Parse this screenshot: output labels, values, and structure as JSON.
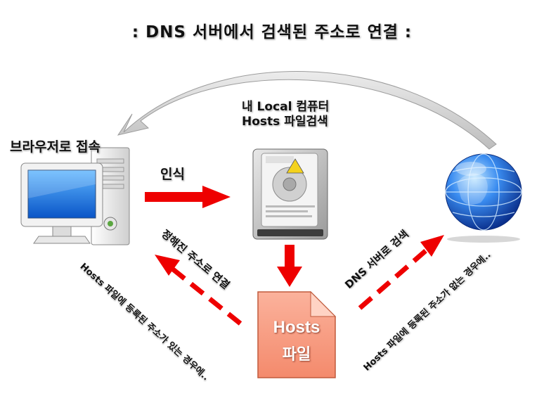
{
  "title": ": DNS 서버에서 검색된 주소로 연결 :",
  "browser_label": "브라우저로 접속",
  "local_computer": {
    "line1": "내 Local 컴퓨터",
    "line2": "Hosts 파일검색"
  },
  "recognize_label": "인식",
  "registered_address_label": "정해진 주소로 연결",
  "dns_search_label": "DNS 서버로 검색",
  "left_condition": "Hosts 파일에 등록된 주소가 있는 경우에..",
  "right_condition": "Hosts 파일에 등록된 주소가 없는 경우에..",
  "hosts_file": {
    "line1": "Hosts",
    "line2": "파일"
  },
  "colors": {
    "arrow_red": "#ee0000",
    "file_fill": "#f7987e",
    "globe_blue": "#1e5fd6",
    "curve_gray": "#d4d4d4"
  },
  "icons": [
    "computer-icon",
    "hard-drive-icon",
    "globe-icon",
    "file-icon"
  ]
}
